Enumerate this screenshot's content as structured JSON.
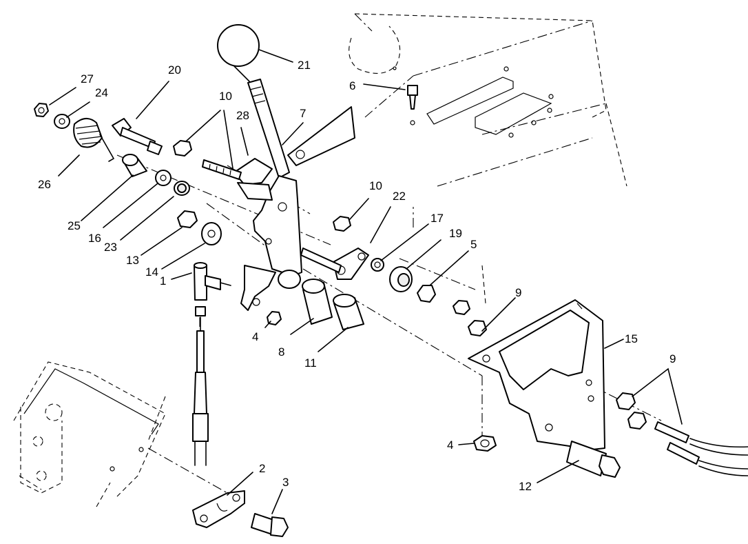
{
  "callouts": [
    {
      "id": "c27",
      "text": "27"
    },
    {
      "id": "c24",
      "text": "24"
    },
    {
      "id": "c20",
      "text": "20"
    },
    {
      "id": "c10a",
      "text": "10"
    },
    {
      "id": "c28",
      "text": "28"
    },
    {
      "id": "c7",
      "text": "7"
    },
    {
      "id": "c21",
      "text": "21"
    },
    {
      "id": "c6",
      "text": "6"
    },
    {
      "id": "c26",
      "text": "26"
    },
    {
      "id": "c25",
      "text": "25"
    },
    {
      "id": "c16",
      "text": "16"
    },
    {
      "id": "c23",
      "text": "23"
    },
    {
      "id": "c13",
      "text": "13"
    },
    {
      "id": "c14",
      "text": "14"
    },
    {
      "id": "c1",
      "text": "1"
    },
    {
      "id": "c10b",
      "text": "10"
    },
    {
      "id": "c22",
      "text": "22"
    },
    {
      "id": "c17",
      "text": "17"
    },
    {
      "id": "c19",
      "text": "19"
    },
    {
      "id": "c5",
      "text": "5"
    },
    {
      "id": "c4a",
      "text": "4"
    },
    {
      "id": "c8",
      "text": "8"
    },
    {
      "id": "c11",
      "text": "11"
    },
    {
      "id": "c9a",
      "text": "9"
    },
    {
      "id": "c15",
      "text": "15"
    },
    {
      "id": "c9b",
      "text": "9"
    },
    {
      "id": "c4b",
      "text": "4"
    },
    {
      "id": "c12",
      "text": "12"
    },
    {
      "id": "c2",
      "text": "2"
    },
    {
      "id": "c3",
      "text": "3"
    }
  ]
}
